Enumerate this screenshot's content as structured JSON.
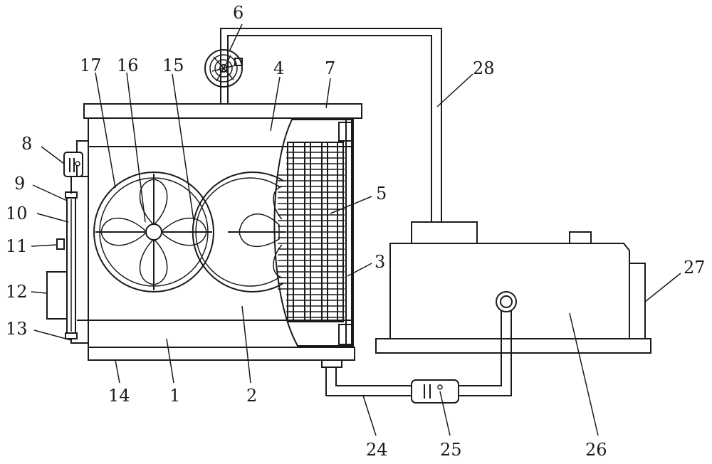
{
  "labels": {
    "n1": "1",
    "n2": "2",
    "n3": "3",
    "n4": "4",
    "n5": "5",
    "n6": "6",
    "n7": "7",
    "n8": "8",
    "n9": "9",
    "n10": "10",
    "n11": "11",
    "n12": "12",
    "n13": "13",
    "n14": "14",
    "n15": "15",
    "n16": "16",
    "n17": "17",
    "n24": "24",
    "n25": "25",
    "n26": "26",
    "n27": "27",
    "n28": "28"
  },
  "colors": {
    "line": "#1a1a1a",
    "background": "#ffffff"
  }
}
